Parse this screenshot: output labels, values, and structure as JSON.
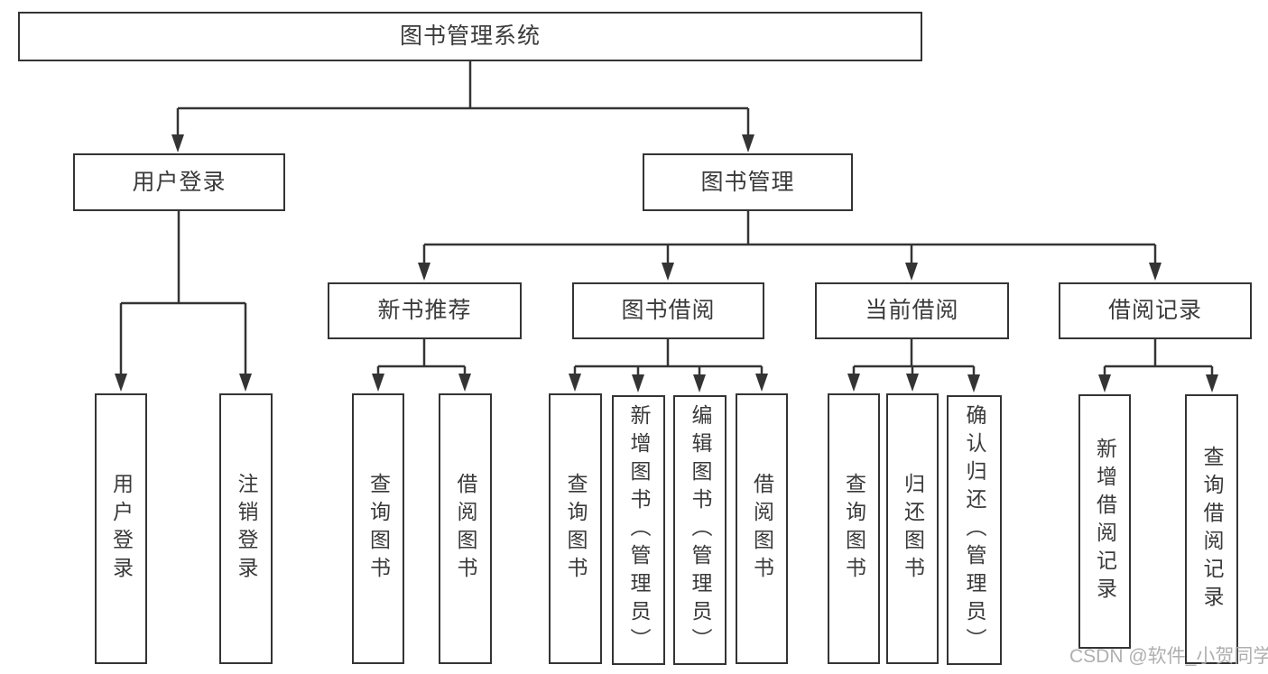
{
  "diagram_type": "hierarchy-tree",
  "tree": {
    "label": "图书管理系统",
    "children": [
      {
        "label": "用户登录",
        "children": [
          {
            "label": "用户登录"
          },
          {
            "label": "注销登录"
          }
        ]
      },
      {
        "label": "图书管理",
        "children": [
          {
            "label": "新书推荐",
            "children": [
              {
                "label": "查询图书"
              },
              {
                "label": "借阅图书"
              }
            ]
          },
          {
            "label": "图书借阅",
            "children": [
              {
                "label": "查询图书"
              },
              {
                "label": "新增图书（管理员）"
              },
              {
                "label": "编辑图书（管理员）"
              },
              {
                "label": "借阅图书"
              }
            ]
          },
          {
            "label": "当前借阅",
            "children": [
              {
                "label": "查询图书"
              },
              {
                "label": "归还图书"
              },
              {
                "label": "确认归还（管理员）"
              }
            ]
          },
          {
            "label": "借阅记录",
            "children": [
              {
                "label": "新增借阅记录"
              },
              {
                "label": "查询借阅记录"
              }
            ]
          }
        ]
      }
    ]
  },
  "watermark": {
    "text": "CSDN @软件_小贺同学"
  },
  "colors": {
    "line": "#343434",
    "box_border": "#343434",
    "text": "#3a3a3a",
    "watermark": "#a8a8a8",
    "background": "#ffffff"
  }
}
